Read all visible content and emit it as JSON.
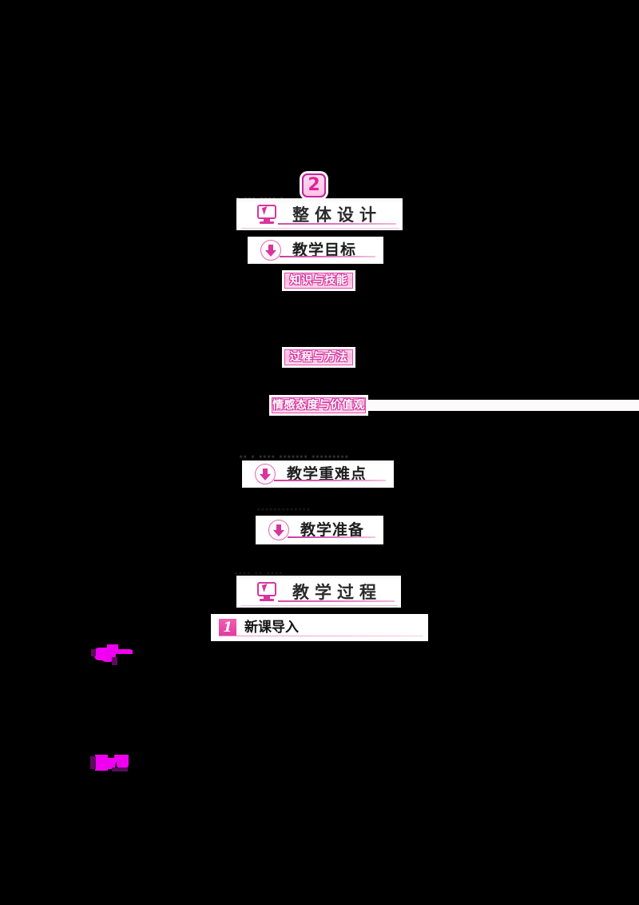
{
  "document": {
    "background_color": "#000000",
    "accent_color": "#d8359d",
    "pill_border_color": "#e04cab",
    "title_color": "#2b2b2b"
  },
  "section_number_badge": {
    "value": "2",
    "icon": "rounded-square-badge"
  },
  "sections": [
    {
      "id": "overall-design",
      "level": 1,
      "icon": "monitor-cursor-icon",
      "title": "整体设计"
    },
    {
      "id": "teaching-objectives",
      "level": 2,
      "icon": "download-arrow-icon",
      "title": "教学目标"
    },
    {
      "id": "key-difficult-points",
      "level": 2,
      "icon": "download-arrow-icon",
      "title": "教学重难点"
    },
    {
      "id": "teaching-preparation",
      "level": 2,
      "icon": "download-arrow-icon",
      "title": "教学准备"
    },
    {
      "id": "teaching-process",
      "level": 1,
      "icon": "monitor-cursor-icon",
      "title": "教学过程"
    }
  ],
  "objective_pills": [
    {
      "id": "knowledge-skills",
      "label": "知识与技能"
    },
    {
      "id": "process-methods",
      "label": "过程与方法"
    },
    {
      "id": "emotion-attitude-values",
      "label": "情感态度与价值观"
    }
  ],
  "process_steps": [
    {
      "id": "new-lesson-intro",
      "number": "1",
      "label": "新课导入"
    }
  ],
  "ghost_marks": [
    {
      "id": "ghost-top-1",
      "text": "▪ ▪▪▪   ▪▪▪▪ ▪"
    },
    {
      "id": "ghost-prep",
      "text": "▪▪▪▪▪▪▪▪▪▪▪▪▪"
    },
    {
      "id": "ghost-process",
      "text": "▪▪▪▪ ▪▪ ▪▪▪▪"
    },
    {
      "id": "ghost-key-points",
      "text": "▪▪ ▪ ▪▪▪▪ ▪▪▪▪▪▪▪ ▪▪▪▪▪▪▪▪▪"
    }
  ]
}
